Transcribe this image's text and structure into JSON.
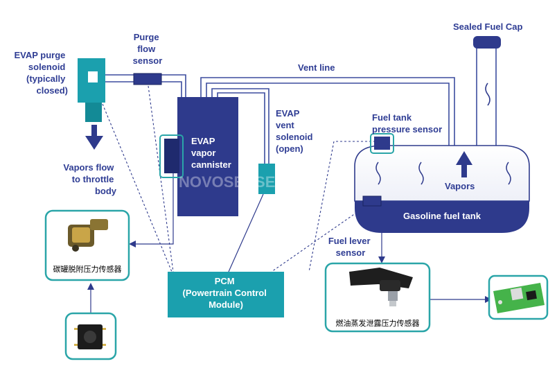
{
  "labels": {
    "evap_purge_solenoid": [
      "EVAP purge",
      "solenoid",
      "(typically",
      "closed)"
    ],
    "purge_flow_sensor": [
      "Purge",
      "flow",
      "sensor"
    ],
    "vent_line": "Vent line",
    "sealed_fuel_cap": "Sealed Fuel Cap",
    "evap_canister": [
      "EVAP",
      "vapor",
      "cannister"
    ],
    "evap_vent_solenoid": [
      "EVAP",
      "vent",
      "solenoid",
      "(open)"
    ],
    "fuel_tank_pressure_sensor": [
      "Fuel tank",
      "pressure sensor"
    ],
    "vapors": "Vapors",
    "gasoline_fuel_tank": "Gasoline fuel tank",
    "vapors_flow": [
      "Vapors flow",
      "to throttle",
      "body"
    ],
    "fuel_level_sensor": [
      "Fuel lever",
      "sensor"
    ],
    "pcm": [
      "PCM",
      "(Powertrain Control",
      "Module)"
    ],
    "canister_sensor_cn": "碳罐脱附压力传感器",
    "fuel_evap_sensor_cn": "燃油蒸发泄露压力传感器"
  },
  "watermark": "NOVOSENSE 纳芯微电",
  "colors": {
    "navy": "#2e3a8c",
    "label": "#2f3d94",
    "teal": "#1ba0ae",
    "teal_dark": "#138a96",
    "border_teal": "#2aa5a8",
    "pipe": "#3b4c9e"
  },
  "icons": [
    "arrow-down-icon",
    "arrow-up-icon",
    "vapor-squiggle-icon",
    "sensor-photo-icon",
    "chip-photo-icon",
    "pcb-photo-icon"
  ]
}
